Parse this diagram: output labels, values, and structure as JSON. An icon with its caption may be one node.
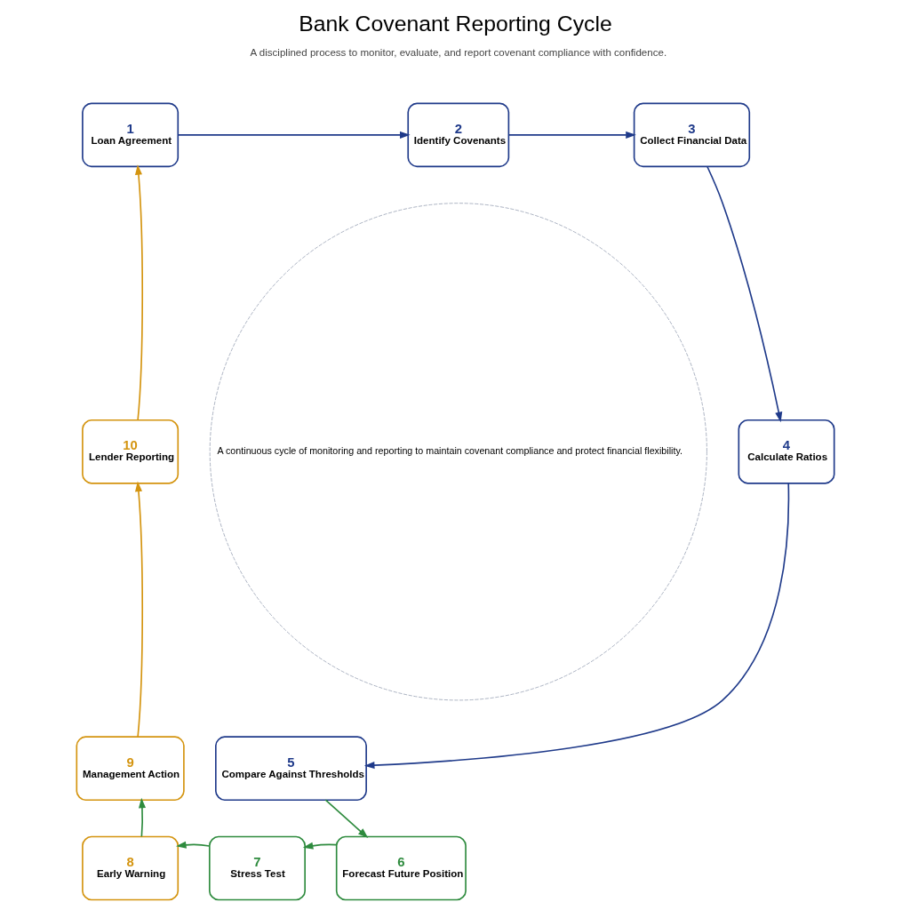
{
  "diagram": {
    "title": "Bank Covenant Reporting Cycle",
    "nodes": [
      {
        "text": [
          "1",
          "Loan Agreement"
        ]
      },
      {
        "text": [
          "2",
          "Identify Covenants"
        ]
      },
      {
        "text": [
          "3",
          "Collect Financial Data"
        ]
      },
      {
        "text": [
          "4",
          "Calculate Ratios"
        ]
      },
      {
        "text": [
          "5",
          "Compare Against Thresholds"
        ]
      },
      {
        "text": [
          "6",
          "Forecast Future Position"
        ]
      },
      {
        "text": [
          "7",
          "Stress Test"
        ]
      },
      {
        "text": [
          "8",
          "Early Warning"
        ]
      },
      {
        "text": [
          "9",
          "Management Action"
        ]
      },
      {
        "text": [
          "10",
          "Lender Reporting"
        ]
      },
      {
        "text": [
          "A continuous cycle of monitoring and reporting to maintain covenant compliance and protect financial flexibility."
        ]
      }
    ],
    "edges": [
      {
        "from": 0,
        "to": 1,
        "arrow": "to",
        "color": "#1f3a8a"
      },
      {
        "from": 1,
        "to": 2,
        "arrow": "to",
        "color": "#1f3a8a"
      },
      {
        "from": 2,
        "to": 3,
        "arrow": "to",
        "color": "#1f3a8a"
      },
      {
        "from": 3,
        "to": 4,
        "arrow": "to",
        "color": "#1f3a8a"
      },
      {
        "from": 4,
        "to": 5,
        "arrow": "to",
        "color": "#2e8b3e"
      },
      {
        "from": 5,
        "to": 6,
        "arrow": "to",
        "color": "#2e8b3e"
      },
      {
        "from": 6,
        "to": 7,
        "arrow": "to",
        "color": "#2e8b3e"
      },
      {
        "from": 7,
        "to": 8,
        "arrow": "to",
        "color": "#2e8b3e"
      },
      {
        "from": 8,
        "to": 9,
        "arrow": "to",
        "color": "#d4940f"
      },
      {
        "from": 9,
        "to": 0,
        "arrow": "to",
        "color": "#d4940f"
      }
    ],
    "labels": [
      "A disciplined process to monitor, evaluate, and report covenant compliance with confidence."
    ]
  }
}
